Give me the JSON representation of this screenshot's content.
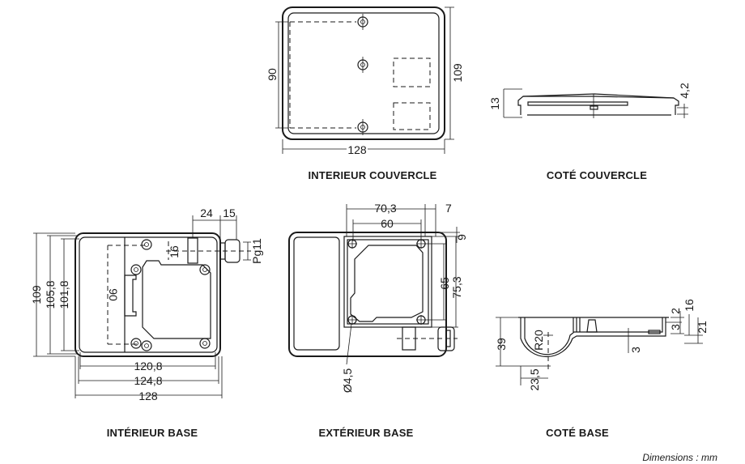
{
  "captions": {
    "cover_interior": "INTERIEUR COUVERCLE",
    "cover_side": "COTÉ COUVERCLE",
    "base_interior": "INTÉRIEUR BASE",
    "base_exterior": "EXTÉRIEUR BASE",
    "base_side": "COTÉ BASE"
  },
  "units_note": "Dimensions : mm",
  "cover_interior_dims": {
    "height_inner": "90",
    "height": "109",
    "width": "128"
  },
  "cover_side_dims": {
    "height": "13",
    "lip": "4,2"
  },
  "base_interior_dims": {
    "height": "109",
    "height_mid": "105,8",
    "height_inner": "101,8",
    "width_inner": "120,8",
    "width_mid": "124,8",
    "width": "128",
    "rail": "90",
    "gland_offset": "24",
    "gland_length": "15",
    "gland_height": "16",
    "gland_thread": "Pg11"
  },
  "base_exterior_dims": {
    "plate_width": "70,3",
    "offset": "7",
    "hole_spacing_x": "60",
    "top_offset": "9",
    "hole_spacing_y": "65",
    "plate_height": "75,3",
    "hole_diameter": "Ø4,5"
  },
  "base_side_dims": {
    "height": "39",
    "radius": "R20",
    "radius_offset": "23,5",
    "wall": "3",
    "step_a": "2",
    "step_b": "3",
    "gland_h": "16",
    "gland_total": "21"
  }
}
